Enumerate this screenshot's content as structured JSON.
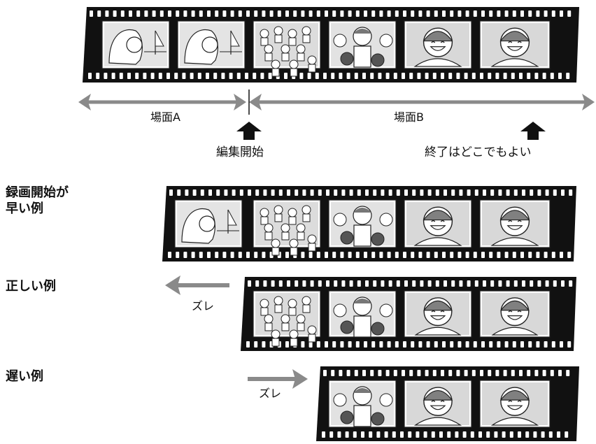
{
  "scene_labels": {
    "scene_a": "場面A",
    "scene_b": "場面B"
  },
  "markers": {
    "edit_start": "編集開始",
    "end_anywhere": "終了はどこでもよい"
  },
  "rows": [
    {
      "label": "録画開始が\n早い例"
    },
    {
      "label": "正しい例",
      "shift_label": "ズレ"
    },
    {
      "label": "遅い例",
      "shift_label": "ズレ"
    }
  ],
  "colors": {
    "film": "#111111",
    "frame": "#cfcfcf",
    "arrow_gray": "#8a8a8a",
    "arrow_black": "#111111"
  },
  "icons": {
    "shift_left": "arrow-left-icon",
    "shift_right": "arrow-right-icon",
    "marker": "arrow-up-icon"
  }
}
